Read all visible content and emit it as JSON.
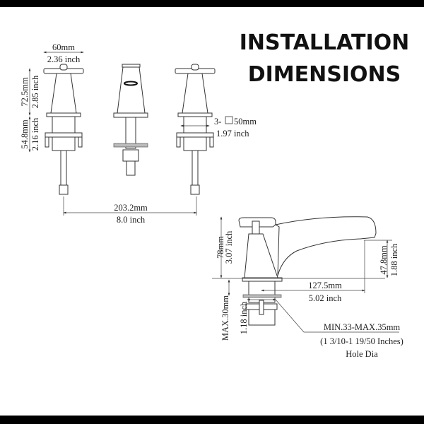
{
  "title": {
    "line1": "INSTALLATION",
    "line2": "DIMENSIONS"
  },
  "front_views": {
    "handle_width_mm": "60mm",
    "handle_width_in": "2.36 inch",
    "upper_height_mm": "72.5mm",
    "upper_height_in": "2.85 inch",
    "lower_height_mm": "54.8mm",
    "lower_height_in": "2.16 inch",
    "shank_prefix": "3-",
    "shank_mm": "50mm",
    "shank_in": "1.97  inch",
    "spacing_mm": "203.2mm",
    "spacing_in": "8.0 inch"
  },
  "side_view": {
    "height_mm": "78mm",
    "height_in": "3.07  inch",
    "spout_height_mm": "47.8mm",
    "spout_height_in": "1.88  inch",
    "reach_mm": "127.5mm",
    "reach_in": "5.02  inch",
    "deck_mm": "MAX.30mm",
    "deck_in": "1.18  inch",
    "hole_mm": "MIN.33-MAX.35mm",
    "hole_in": "(1 3/10-1 19/50 Inches)",
    "hole_label": "Hole Dia"
  }
}
